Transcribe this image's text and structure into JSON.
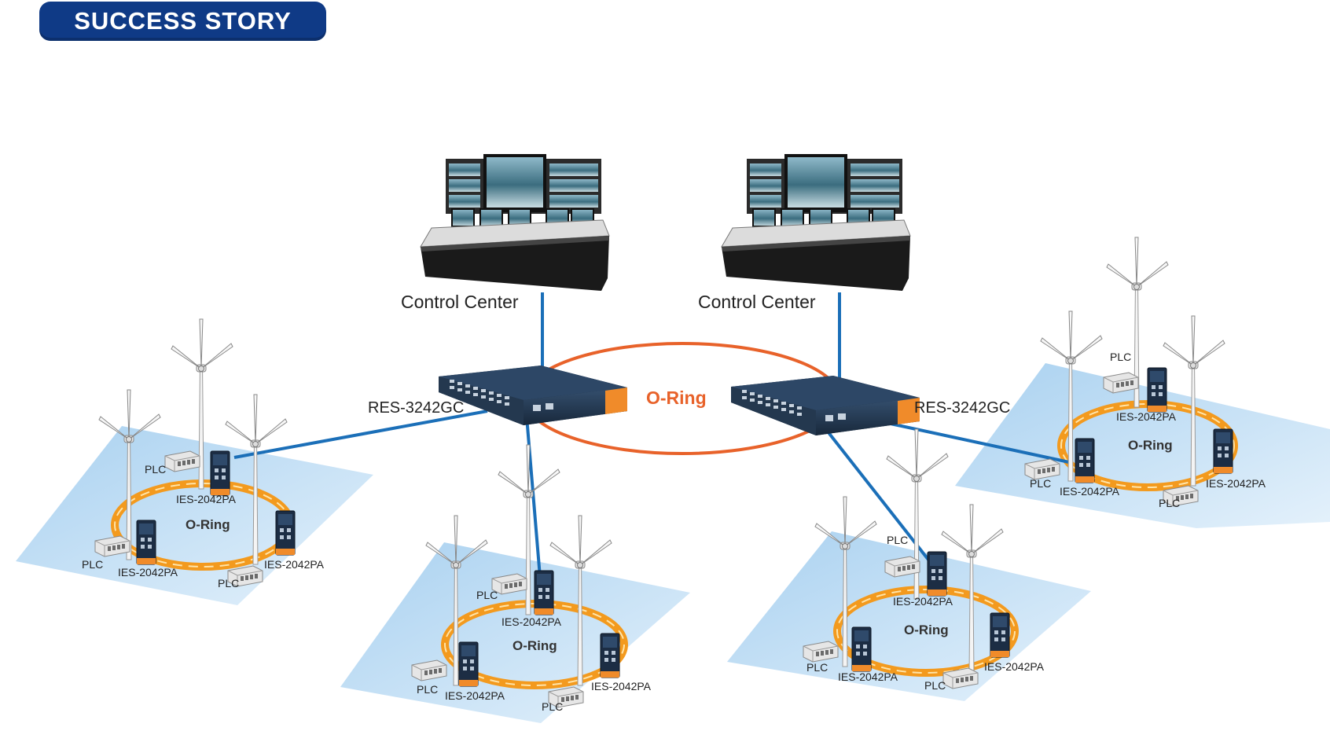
{
  "banner": {
    "title": "SUCCESS STORY"
  },
  "colors": {
    "banner": "#0f3a86",
    "link": "#1b6fb8",
    "main_ring": "#e8622a",
    "field_ring": "#f39a1e",
    "plate": "#bcdcf3"
  },
  "backbone": {
    "ring_label": "O-Ring",
    "control_centers": [
      {
        "label": "Control Center"
      },
      {
        "label": "Control Center"
      }
    ],
    "switches": [
      {
        "label": "RES-3242GC"
      },
      {
        "label": "RES-3242GC"
      }
    ]
  },
  "sites": [
    {
      "ring_label": "O-Ring",
      "switch_labels": [
        "IES-2042PA",
        "IES-2042PA",
        "IES-2042PA"
      ],
      "plc_labels": [
        "PLC",
        "PLC",
        "PLC"
      ]
    },
    {
      "ring_label": "O-Ring",
      "switch_labels": [
        "IES-2042PA",
        "IES-2042PA",
        "IES-2042PA"
      ],
      "plc_labels": [
        "PLC",
        "PLC",
        "PLC"
      ]
    },
    {
      "ring_label": "O-Ring",
      "switch_labels": [
        "IES-2042PA",
        "IES-2042PA",
        "IES-2042PA"
      ],
      "plc_labels": [
        "PLC",
        "PLC",
        "PLC"
      ]
    },
    {
      "ring_label": "O-Ring",
      "switch_labels": [
        "IES-2042PA",
        "IES-2042PA",
        "IES-2042PA"
      ],
      "plc_labels": [
        "PLC",
        "PLC",
        "PLC"
      ]
    }
  ]
}
